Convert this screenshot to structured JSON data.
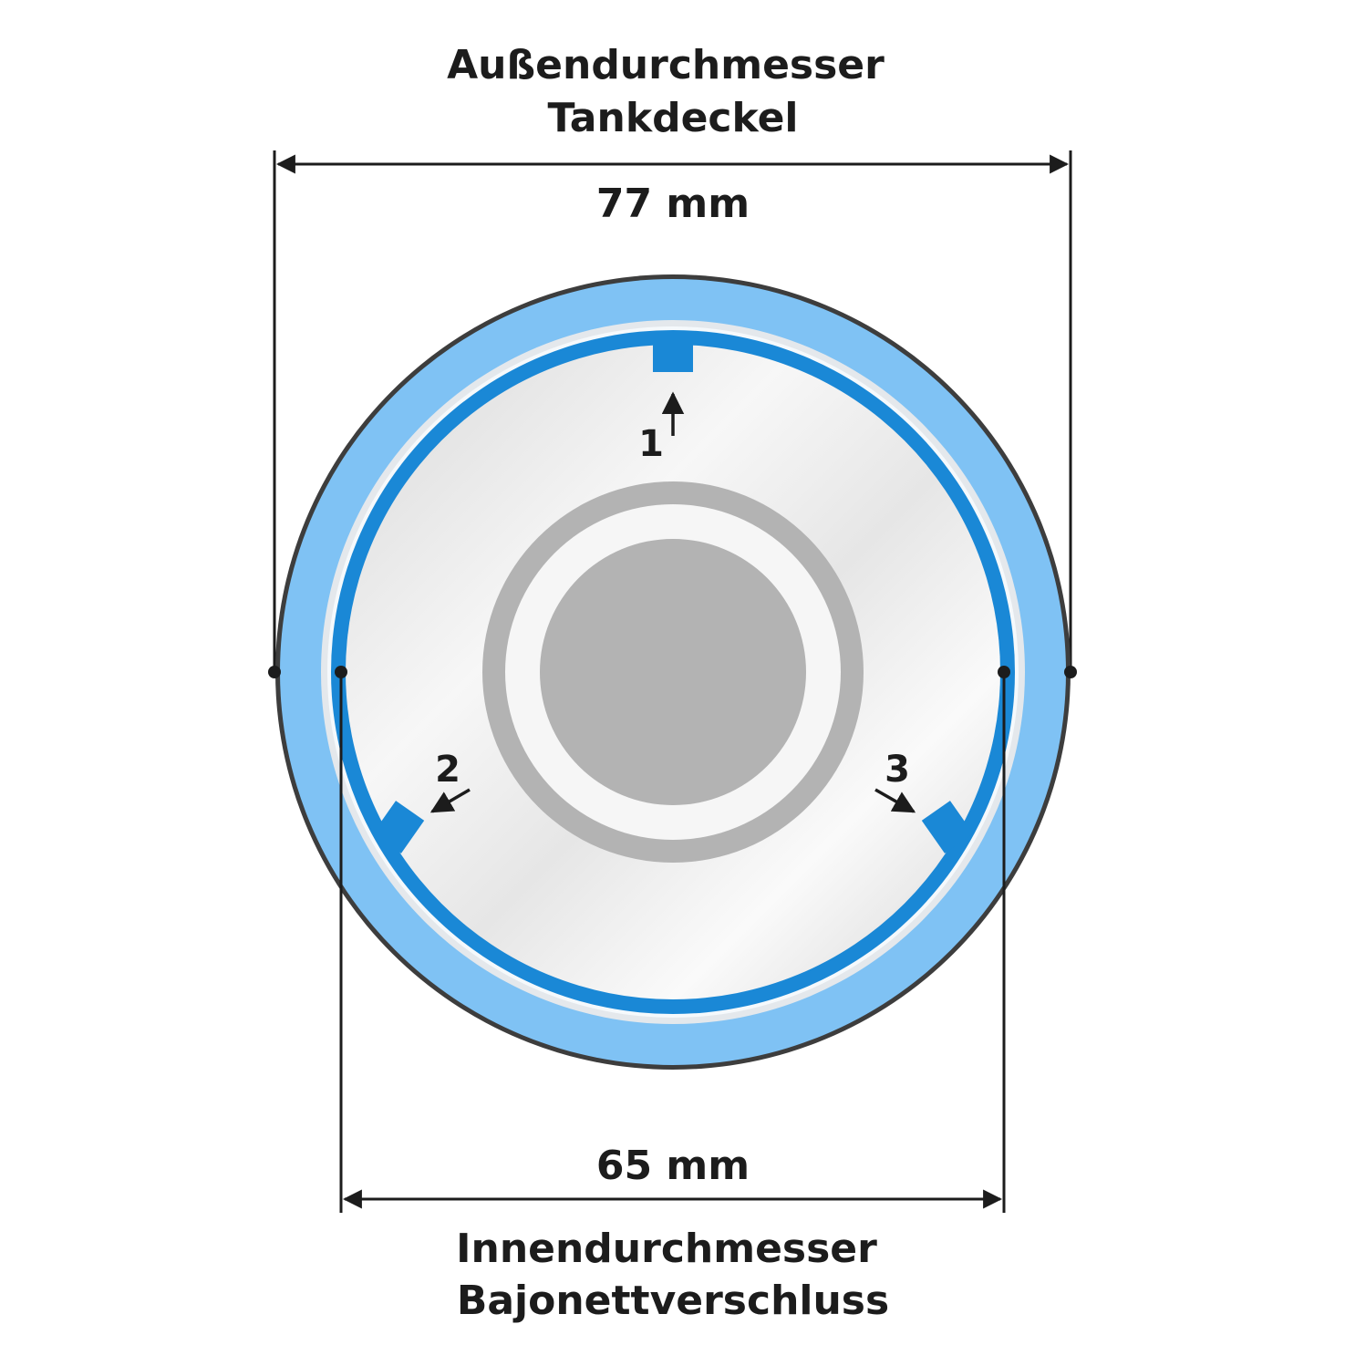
{
  "outer": {
    "title_line1": "Außendurchmesser",
    "title_line2": "Tankdeckel",
    "value": "77 mm"
  },
  "inner": {
    "value": "65 mm",
    "title_line1": "Innendurchmesser",
    "title_line2": "Bajonettverschluss"
  },
  "markers": [
    {
      "label": "1",
      "position": "top"
    },
    {
      "label": "2",
      "position": "bottom-left"
    },
    {
      "label": "3",
      "position": "bottom-right"
    }
  ],
  "colors": {
    "outline": "#3d3d3d",
    "outer_band": "#7fc2f4",
    "inner_ring": "#1a88d6",
    "disc": "#f0f0f0",
    "center_grey": "#b3b3b3",
    "text": "#1c1c1c"
  }
}
